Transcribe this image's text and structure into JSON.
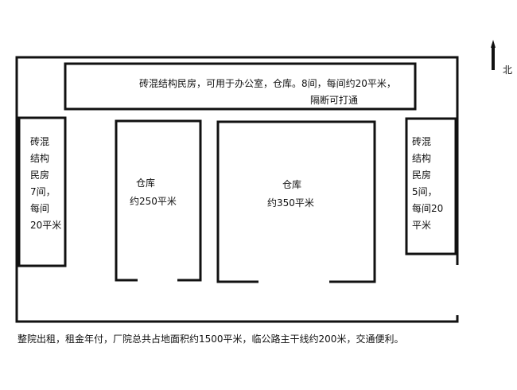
{
  "north_label": "北",
  "top_building": {
    "line1": "砖混结构民房，可用于办公室，仓库。8间，每间约20平米，",
    "line2": "隔断可打通"
  },
  "left_building": {
    "lines": [
      "砖混",
      "结构",
      "民房",
      "7间，",
      "每间",
      "20平米"
    ]
  },
  "right_building": {
    "lines": [
      "砖混",
      "结构",
      "民房",
      "5间，",
      "每间20",
      "平米"
    ]
  },
  "warehouse_1": {
    "name": "仓库",
    "area": "约250平米"
  },
  "warehouse_2": {
    "name": "仓库",
    "area": "约350平米"
  },
  "footer_note": "整院出租，租金年付，厂院总共占地面积约1500平米，临公路主干线约200米，交通便利。"
}
